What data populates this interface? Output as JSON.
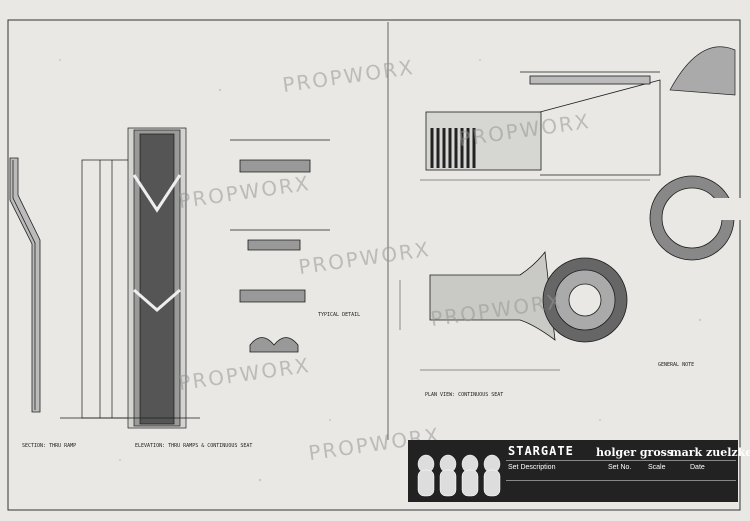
{
  "watermark": {
    "text": "PROPWORX"
  },
  "title_block": {
    "studio_logo": "STARGATE",
    "designer": "holger gross",
    "art_director": "mark zuelzke",
    "set_description_label": "Set Description",
    "set_no_label": "Set No.",
    "scale_label": "Scale",
    "date_label": "Date"
  },
  "annotations": {
    "side_section": "SECTION: THRU RAMP",
    "elevation": "ELEVATION: THRU RAMPS & CONTINUOUS SEAT",
    "plan_view": "PLAN VIEW: CONTINUOUS SEAT",
    "detail_typical": "TYPICAL DETAIL",
    "general_note": "GENERAL NOTE"
  },
  "colors": {
    "paper": "#e9e8e4",
    "ink": "#1c1c1c",
    "title_bg": "#222222"
  }
}
